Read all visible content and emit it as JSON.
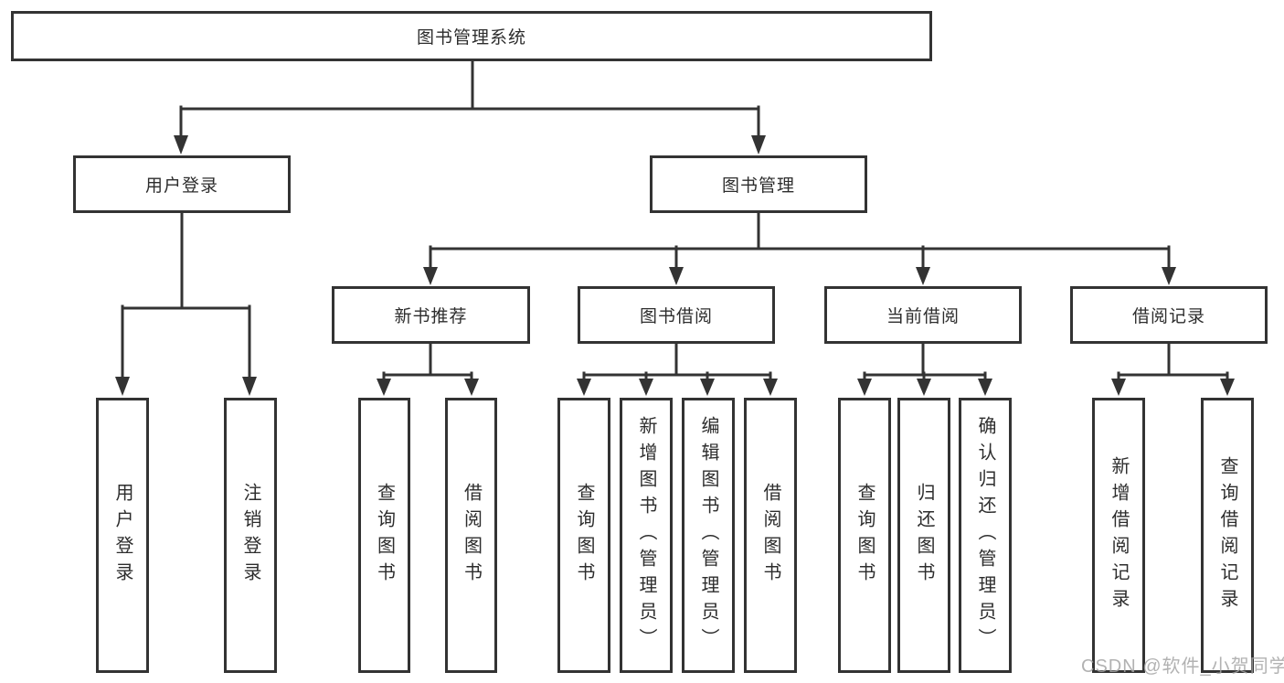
{
  "diagram": {
    "type": "hierarchy",
    "title": "图书管理系统",
    "tree": {
      "label": "图书管理系统",
      "children": [
        {
          "label": "用户登录",
          "children": [
            {
              "label": "用户登录"
            },
            {
              "label": "注销登录"
            }
          ]
        },
        {
          "label": "图书管理",
          "children": [
            {
              "label": "新书推荐",
              "children": [
                {
                  "label": "查询图书"
                },
                {
                  "label": "借阅图书"
                }
              ]
            },
            {
              "label": "图书借阅",
              "children": [
                {
                  "label": "查询图书"
                },
                {
                  "label": "新增图书（管理员）"
                },
                {
                  "label": "编辑图书（管理员）"
                },
                {
                  "label": "借阅图书"
                }
              ]
            },
            {
              "label": "当前借阅",
              "children": [
                {
                  "label": "查询图书"
                },
                {
                  "label": "归还图书"
                },
                {
                  "label": "确认归还（管理员）"
                }
              ]
            },
            {
              "label": "借阅记录",
              "children": [
                {
                  "label": "新增借阅记录"
                },
                {
                  "label": "查询借阅记录"
                }
              ]
            }
          ]
        }
      ]
    },
    "colors": {
      "line": "#333333",
      "box_border": "#333333",
      "text": "#2d2d2d",
      "background": "#ffffff",
      "watermark": "#a5a5a5"
    }
  },
  "watermark": {
    "text": "CSDN @软件_小贺同学"
  }
}
